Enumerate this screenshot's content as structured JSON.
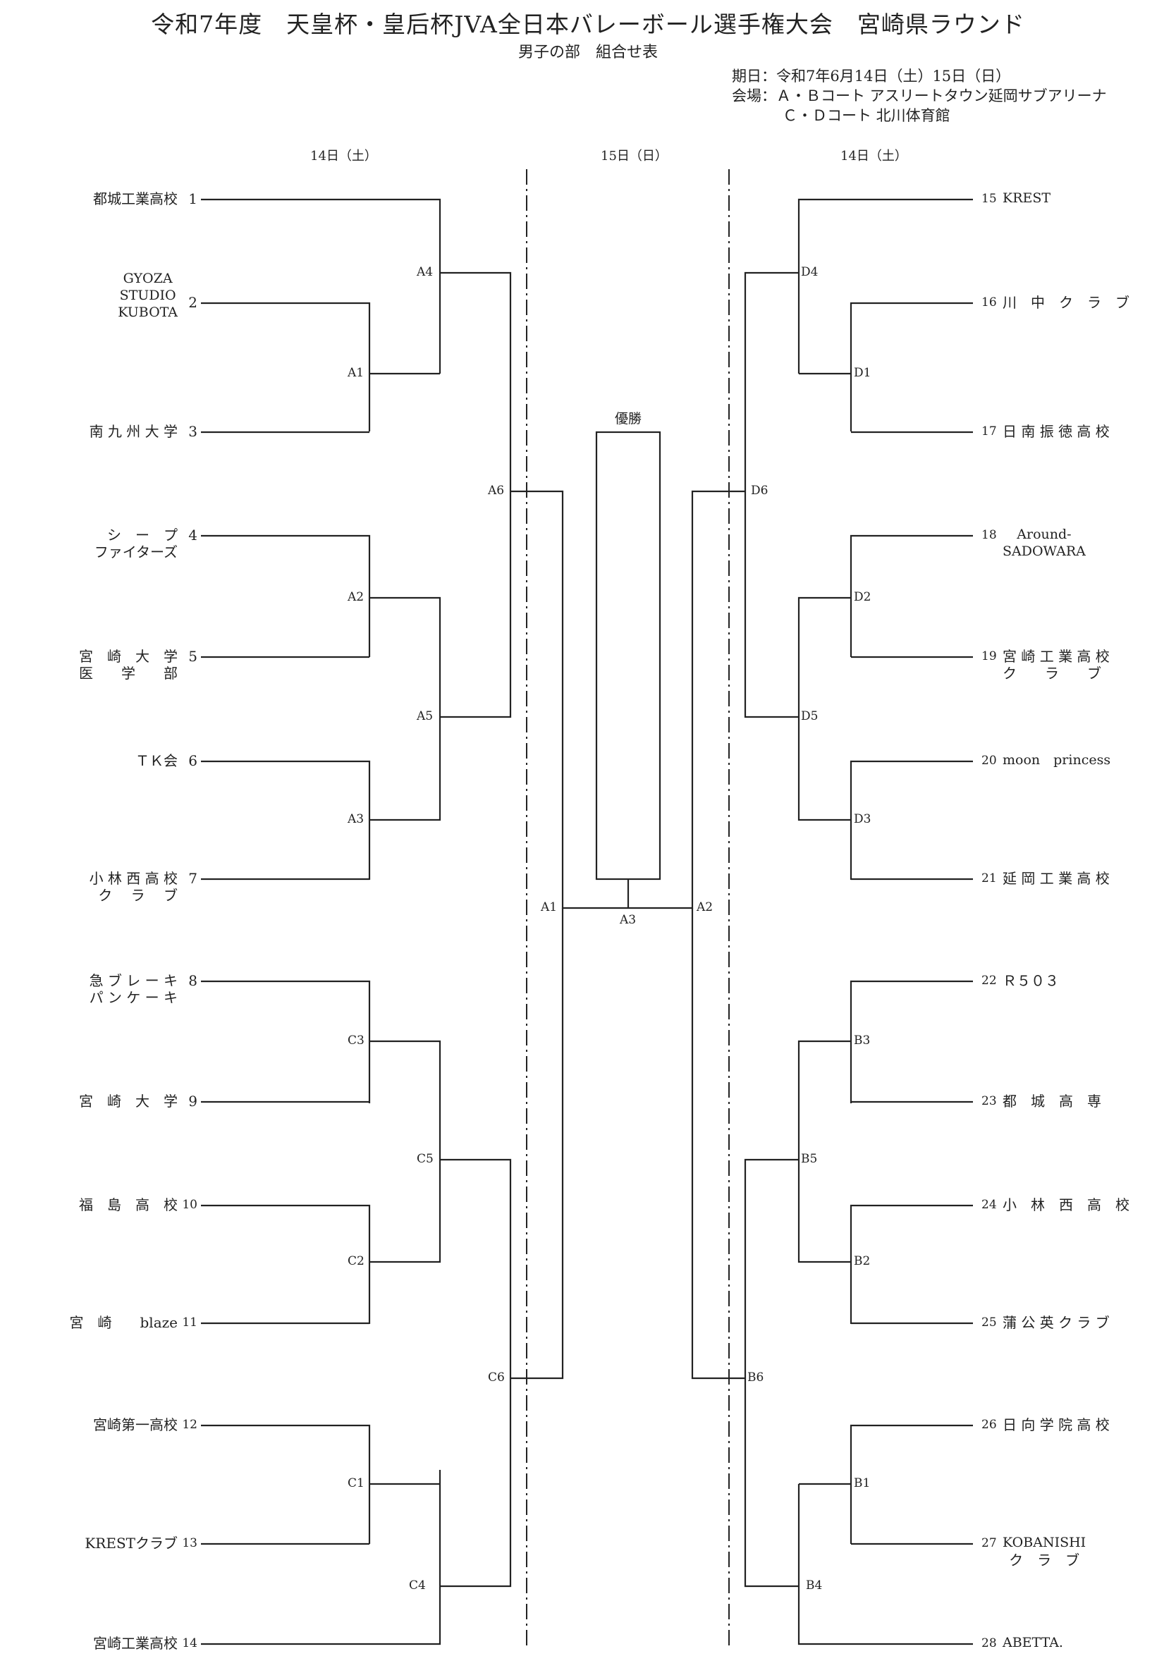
{
  "header": {
    "title": "令和7年度　天皇杯・皇后杯JVA全日本バレーボール選手権大会　宮崎県ラウンド",
    "subtitle": "男子の部　組合せ表",
    "date": "期日：令和7年6月14日（土）15日（日）",
    "venue1": "会場：Ａ・Ｂコート アスリートタウン延岡サブアリーナ",
    "venue2": "Ｃ・Ｄコート 北川体育館"
  },
  "days": {
    "left": "14日（土）",
    "center": "15日（日）",
    "right": "14日（土）"
  },
  "champion_label": "優勝",
  "left_teams": [
    {
      "num": "1",
      "lines": [
        "都城工業高校"
      ]
    },
    {
      "num": "2",
      "lines": [
        "GYOZA",
        "STUDIO",
        "KUBOTA"
      ]
    },
    {
      "num": "3",
      "lines": [
        "南 九 州 大 学"
      ]
    },
    {
      "num": "4",
      "lines": [
        "シ　ー　プ",
        "ファイターズ"
      ]
    },
    {
      "num": "5",
      "lines": [
        "宮　崎　大　学",
        "医　　学　　部"
      ]
    },
    {
      "num": "6",
      "lines": [
        "ＴＫ会　　"
      ]
    },
    {
      "num": "7",
      "lines": [
        "小 林 西 高 校",
        "ク　 ラ　 ブ"
      ]
    },
    {
      "num": "8",
      "lines": [
        "急 ブ レ ー キ",
        "パ ン ケ ー キ"
      ]
    },
    {
      "num": "9",
      "lines": [
        "宮　崎　大　学"
      ]
    },
    {
      "num": "10",
      "lines": [
        "福　島　高　校"
      ]
    },
    {
      "num": "11",
      "lines": [
        "宮　崎　　blaze"
      ]
    },
    {
      "num": "12",
      "lines": [
        "宮崎第一高校"
      ]
    },
    {
      "num": "13",
      "lines": [
        "KRESTクラブ"
      ]
    },
    {
      "num": "14",
      "lines": [
        "宮崎工業高校"
      ]
    }
  ],
  "right_teams": [
    {
      "num": "15",
      "lines": [
        "KREST"
      ]
    },
    {
      "num": "16",
      "lines": [
        "川　中　ク　ラ　ブ"
      ]
    },
    {
      "num": "17",
      "lines": [
        "日 南 振 徳 高 校"
      ]
    },
    {
      "num": "18",
      "lines": [
        "Around-",
        "SADOWARA"
      ]
    },
    {
      "num": "19",
      "lines": [
        "宮 崎 工 業 高 校",
        "ク　　ラ　　ブ"
      ]
    },
    {
      "num": "20",
      "lines": [
        "moon　princess"
      ]
    },
    {
      "num": "21",
      "lines": [
        "延 岡 工 業 高 校"
      ]
    },
    {
      "num": "22",
      "lines": [
        "Ｒ５０３"
      ]
    },
    {
      "num": "23",
      "lines": [
        "都　城　高　専"
      ]
    },
    {
      "num": "24",
      "lines": [
        "小　林　西　高　校"
      ]
    },
    {
      "num": "25",
      "lines": [
        "蒲 公 英 ク ラ ブ"
      ]
    },
    {
      "num": "26",
      "lines": [
        "日 向 学 院 高 校"
      ]
    },
    {
      "num": "27",
      "lines": [
        "KOBANISHI",
        "ク　ラ　ブ"
      ]
    },
    {
      "num": "28",
      "lines": [
        "ABETTA."
      ]
    }
  ],
  "matches": {
    "A1": "A1",
    "A2": "A2",
    "A3": "A3",
    "A4": "A4",
    "A5": "A5",
    "A6": "A6",
    "C1": "C1",
    "C2": "C2",
    "C3": "C3",
    "C4": "C4",
    "C5": "C5",
    "C6": "C6",
    "D1": "D1",
    "D2": "D2",
    "D3": "D3",
    "D4": "D4",
    "D5": "D5",
    "D6": "D6",
    "B1": "B1",
    "B2": "B2",
    "B3": "B3",
    "B4": "B4",
    "B5": "B5",
    "B6": "B6",
    "FA1": "A1",
    "FA2": "A2"
  }
}
